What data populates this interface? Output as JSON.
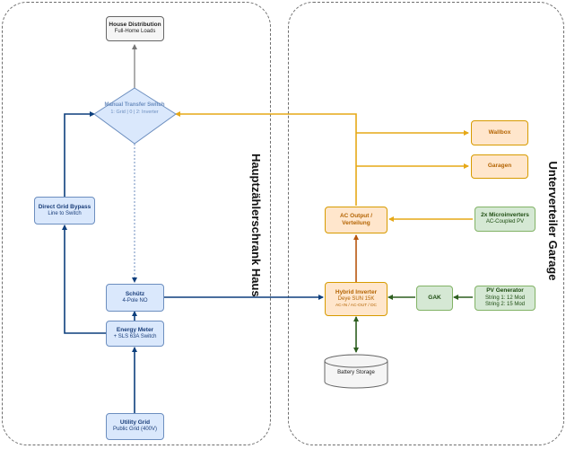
{
  "zones": {
    "left": {
      "label": "Hauptzählerschrank Haus"
    },
    "right": {
      "label": "Unterverteiler Garage"
    }
  },
  "nodes": {
    "house_distribution": {
      "title": "House Distribution",
      "subtitle": "Full-Home Loads"
    },
    "manual_transfer_switch": {
      "title": "Manual Transfer Switch",
      "subtitle": "1: Grid | 0 | 2: Inverter"
    },
    "direct_grid_bypass": {
      "title": "Direct Grid Bypass",
      "subtitle": "Line to Switch"
    },
    "schuetz": {
      "title": "Schütz",
      "subtitle": "4-Pole NO"
    },
    "energy_meter": {
      "title": "Energy Meter",
      "subtitle": "+ SLS 63A Switch"
    },
    "utility_grid": {
      "title": "Utility Grid",
      "subtitle": "Public Grid (400V)"
    },
    "wallbox": {
      "title": "Wallbox"
    },
    "garagen": {
      "title": "Garagen"
    },
    "ac_output": {
      "title": "AC Output / Verteilung"
    },
    "microinverters": {
      "title": "2x Microinverters",
      "subtitle": "AC-Coupled PV"
    },
    "hybrid_inverter": {
      "title": "Hybrid Inverter",
      "subtitle": "Deye SUN 15K",
      "subtitle2": "AC-IN / AC-OUT / DC"
    },
    "gak": {
      "title": "GAK"
    },
    "pv_generator": {
      "title": "PV Generator",
      "line1": "String 1: 12 Mod",
      "line2": "String 2: 15 Mod"
    },
    "battery_storage": {
      "title": "Battery Storage"
    }
  },
  "colors": {
    "grid_line": "#0d3f7d",
    "ac_line": "#e6a817",
    "inverter_line": "#b7560f",
    "dc_line": "#2d5e1f",
    "neutral_line": "#777777"
  }
}
